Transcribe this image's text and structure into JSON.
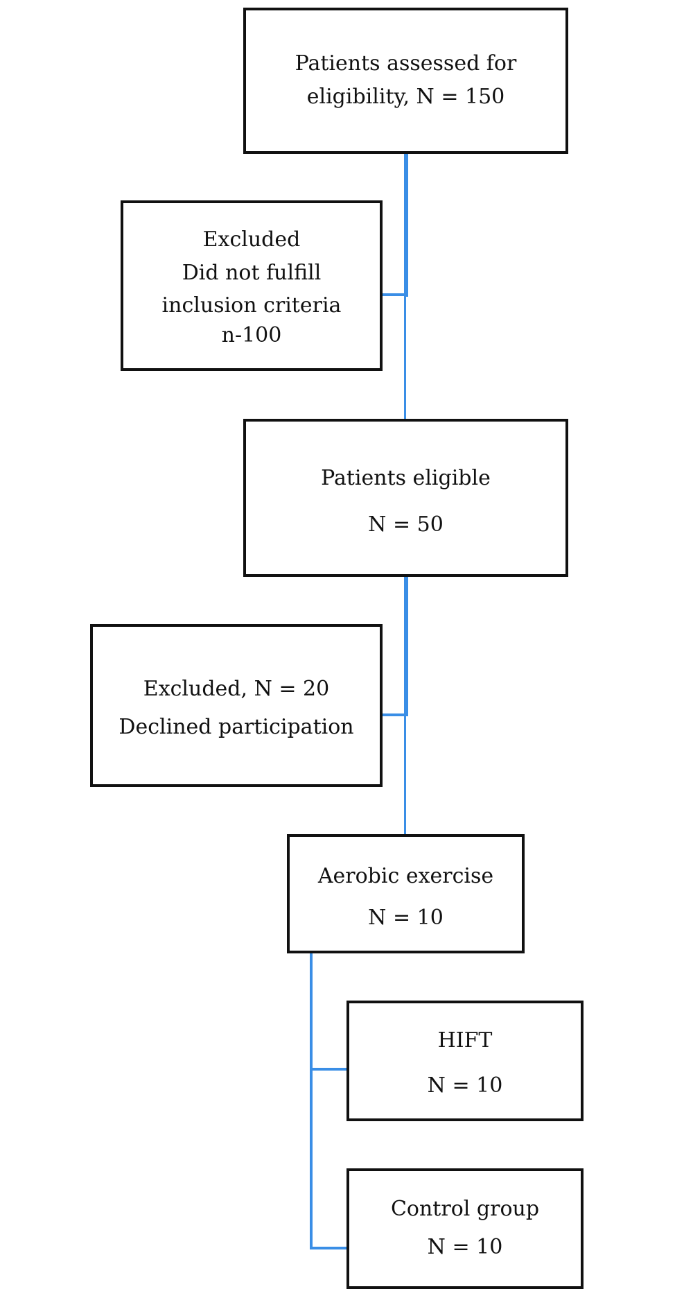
{
  "boxes": {
    "assessed": {
      "lines": [
        "Patients assessed for",
        "eligibility, N = 150"
      ]
    },
    "excluded_1": {
      "lines": [
        "Excluded",
        "Did not fulfill",
        "inclusion criteria",
        "n-100"
      ]
    },
    "eligible": {
      "lines": [
        "Patients eligible",
        "N = 50"
      ]
    },
    "excluded_2": {
      "lines": [
        "Excluded, N = 20",
        "Declined participation"
      ]
    },
    "aerobic": {
      "lines": [
        "Aerobic exercise",
        "N = 10"
      ]
    },
    "hift": {
      "lines": [
        "HIFT",
        "N = 10"
      ]
    },
    "control": {
      "lines": [
        "Control group",
        "N = 10"
      ]
    }
  },
  "connector_color": "#3a8ee6",
  "border_color": "#111111"
}
